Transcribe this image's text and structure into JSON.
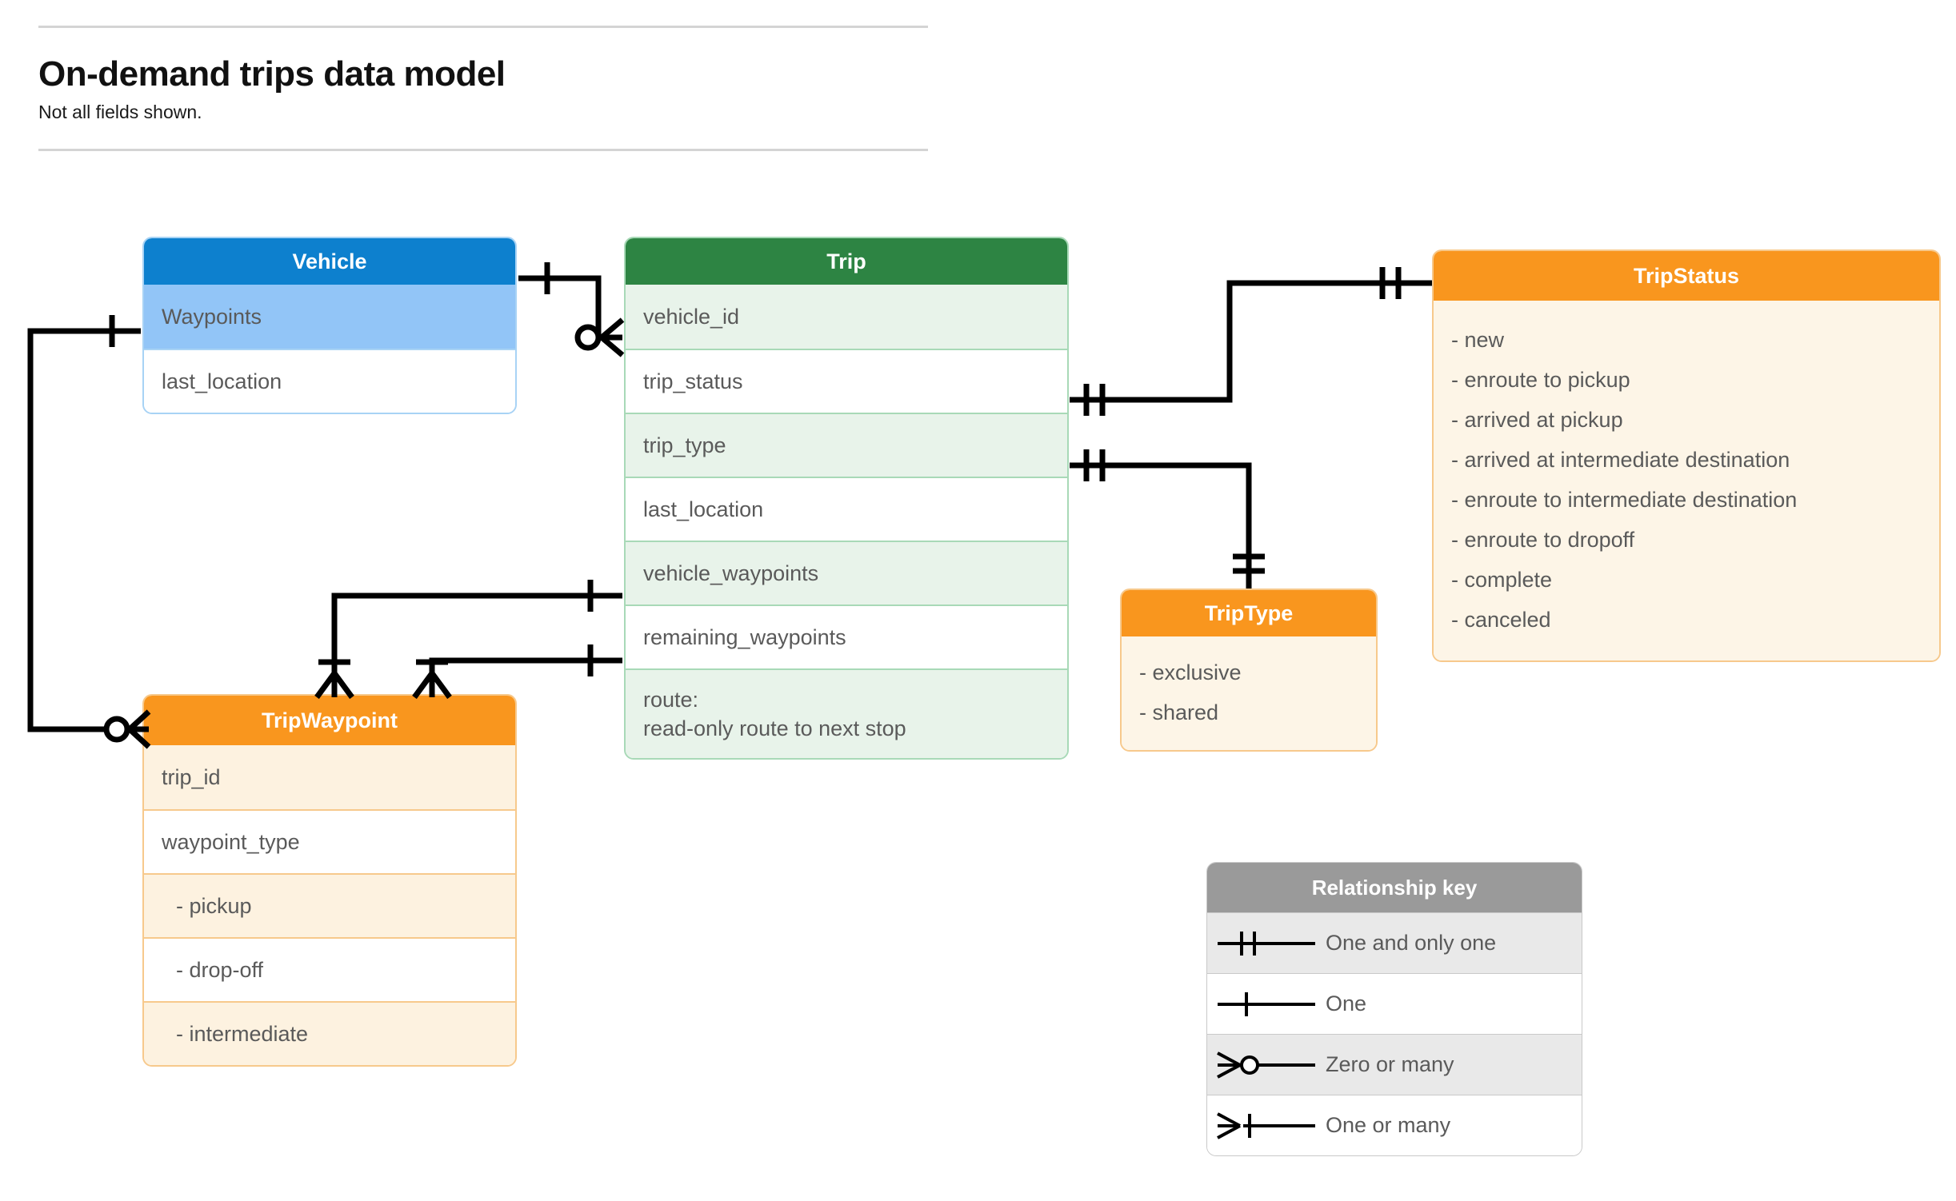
{
  "header": {
    "title": "On-demand trips data model",
    "subtitle": "Not all fields shown."
  },
  "colors": {
    "vehicle_header": "#0d80ce",
    "vehicle_row_highlight": "#92c5f7",
    "trip_header": "#2d8443",
    "trip_row_alt": "#e8f3ea",
    "orange_header": "#f9961e",
    "orange_body": "#fdf5e7",
    "key_header": "#9a9a9a",
    "connector": "#000000"
  },
  "entities": {
    "vehicle": {
      "title": "Vehicle",
      "fields": [
        {
          "label": "Waypoints"
        },
        {
          "label": "last_location"
        }
      ]
    },
    "trip": {
      "title": "Trip",
      "fields": [
        {
          "label": "vehicle_id"
        },
        {
          "label": "trip_status"
        },
        {
          "label": "trip_type"
        },
        {
          "label": "last_location"
        },
        {
          "label": "vehicle_waypoints"
        },
        {
          "label": "remaining_waypoints"
        }
      ],
      "route_line1": "route:",
      "route_line2": "read-only route to next stop"
    },
    "tripstatus": {
      "title": "TripStatus",
      "values": [
        "- new",
        "- enroute to pickup",
        "- arrived at pickup",
        "- arrived at intermediate destination",
        "- enroute to intermediate destination",
        "- enroute to dropoff",
        "- complete",
        "- canceled"
      ]
    },
    "triptype": {
      "title": "TripType",
      "values": [
        "- exclusive",
        "- shared"
      ]
    },
    "tripwaypoint": {
      "title": "TripWaypoint",
      "fields": [
        {
          "label": "trip_id"
        },
        {
          "label": "waypoint_type"
        },
        {
          "label": "-  pickup"
        },
        {
          "label": "-  drop-off"
        },
        {
          "label": "-  intermediate"
        }
      ]
    }
  },
  "relationship_key": {
    "title": "Relationship key",
    "items": [
      {
        "symbol": "one-and-only-one",
        "label": "One and only one"
      },
      {
        "symbol": "one",
        "label": "One"
      },
      {
        "symbol": "zero-or-many",
        "label": "Zero or many"
      },
      {
        "symbol": "one-or-many",
        "label": "One or many"
      }
    ]
  },
  "relationships": [
    {
      "from": "Vehicle",
      "from_cardinality": "one",
      "to": "Trip.vehicle_id",
      "to_cardinality": "zero-or-many"
    },
    {
      "from": "Vehicle.Waypoints",
      "from_cardinality": "one",
      "to": "TripWaypoint",
      "to_cardinality": "zero-or-many"
    },
    {
      "from": "Trip.trip_status",
      "from_cardinality": "one-and-only-one",
      "to": "TripStatus",
      "to_cardinality": "one-and-only-one"
    },
    {
      "from": "Trip.trip_type",
      "from_cardinality": "one-and-only-one",
      "to": "TripType",
      "to_cardinality": "one-and-only-one"
    },
    {
      "from": "Trip.vehicle_waypoints",
      "from_cardinality": "one",
      "to": "TripWaypoint",
      "to_cardinality": "one-or-many"
    },
    {
      "from": "Trip.remaining_waypoints",
      "from_cardinality": "one",
      "to": "TripWaypoint",
      "to_cardinality": "one-or-many"
    }
  ]
}
